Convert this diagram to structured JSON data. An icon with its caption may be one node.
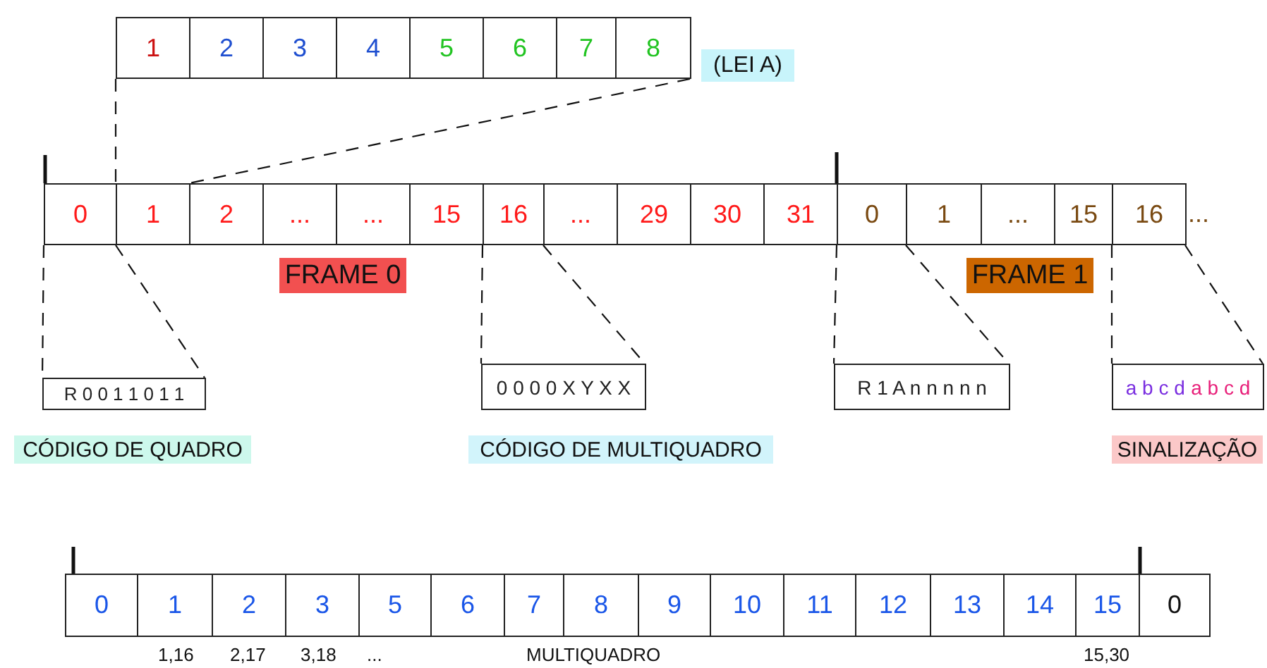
{
  "diagram": {
    "nodes": [
      {
        "text": [
          "1"
        ]
      },
      {
        "text": [
          "2"
        ]
      },
      {
        "text": [
          "3"
        ]
      },
      {
        "text": [
          "4"
        ]
      },
      {
        "text": [
          "5"
        ]
      },
      {
        "text": [
          "6"
        ]
      },
      {
        "text": [
          "7"
        ]
      },
      {
        "text": [
          "8"
        ]
      },
      {
        "text": [
          "(LEI A)"
        ]
      },
      {
        "text": [
          "0"
        ]
      },
      {
        "text": [
          "1"
        ]
      },
      {
        "text": [
          "2"
        ]
      },
      {
        "text": [
          "..."
        ]
      },
      {
        "text": [
          "..."
        ]
      },
      {
        "text": [
          "15"
        ]
      },
      {
        "text": [
          "16"
        ]
      },
      {
        "text": [
          "..."
        ]
      },
      {
        "text": [
          "29"
        ]
      },
      {
        "text": [
          "30"
        ]
      },
      {
        "text": [
          "31"
        ]
      },
      {
        "text": [
          "0"
        ]
      },
      {
        "text": [
          "1"
        ]
      },
      {
        "text": [
          "..."
        ]
      },
      {
        "text": [
          "15"
        ]
      },
      {
        "text": [
          "16"
        ],
        "beside": [
          "..."
        ]
      },
      {
        "text": [
          "FRAME 0"
        ]
      },
      {
        "text": [
          "FRAME 1"
        ]
      },
      {
        "text": [
          "R 0 0 1 1 0 1 1"
        ]
      },
      {
        "text": [
          "0 0 0 0 X Y X X"
        ]
      },
      {
        "text": [
          "R 1 A n n n n n"
        ]
      },
      {
        "text": [
          "a b c d",
          "a b c d"
        ]
      },
      {
        "text": [
          "CÓDIGO DE QUADRO"
        ]
      },
      {
        "text": [
          "CÓDIGO DE MULTIQUADRO"
        ]
      },
      {
        "text": [
          "SINALIZAÇÃO"
        ]
      },
      {
        "text": [
          "0"
        ]
      },
      {
        "text": [
          "1"
        ]
      },
      {
        "text": [
          "2"
        ]
      },
      {
        "text": [
          "3"
        ]
      },
      {
        "text": [
          "5"
        ]
      },
      {
        "text": [
          "6"
        ]
      },
      {
        "text": [
          "7"
        ]
      },
      {
        "text": [
          "8"
        ]
      },
      {
        "text": [
          "9"
        ]
      },
      {
        "text": [
          "10"
        ]
      },
      {
        "text": [
          "11"
        ]
      },
      {
        "text": [
          "12"
        ]
      },
      {
        "text": [
          "13"
        ]
      },
      {
        "text": [
          "14"
        ]
      },
      {
        "text": [
          "15"
        ]
      },
      {
        "text": [
          "0"
        ]
      }
    ],
    "edges": [
      {
        "from": 0,
        "to": 10,
        "arrow": "none"
      },
      {
        "from": 7,
        "to": 10,
        "arrow": "none"
      },
      {
        "from": 9,
        "to": 27,
        "arrow": "none"
      },
      {
        "from": 9,
        "to": 27,
        "arrow": "none"
      },
      {
        "from": 15,
        "to": 28,
        "arrow": "none"
      },
      {
        "from": 15,
        "to": 28,
        "arrow": "none"
      },
      {
        "from": 20,
        "to": 29,
        "arrow": "none"
      },
      {
        "from": 20,
        "to": 29,
        "arrow": "none"
      },
      {
        "from": 24,
        "to": 30,
        "arrow": "none"
      },
      {
        "from": 24,
        "to": 30,
        "arrow": "none"
      }
    ],
    "labels": [
      "1,16",
      "2,17",
      "3,18",
      "...",
      "MULTIQUADRO",
      "15,30"
    ]
  }
}
